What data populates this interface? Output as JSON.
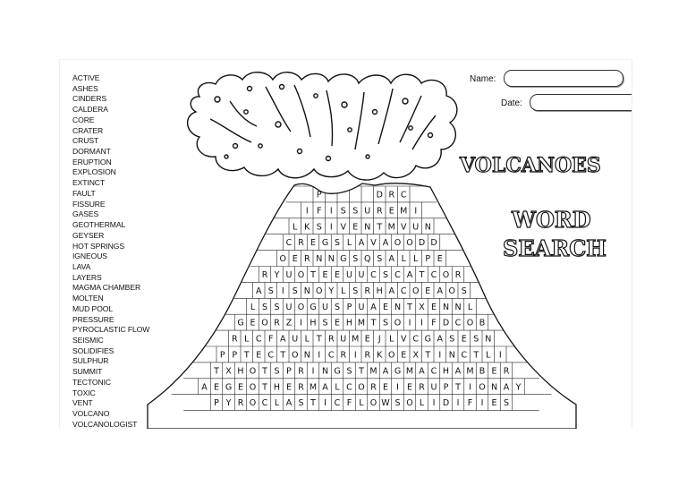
{
  "header": {
    "name_label": "Name:",
    "date_label": "Date:"
  },
  "title": {
    "line1": "VOLCANOES",
    "line2": "WORD",
    "line3": "SEARCH"
  },
  "word_list": [
    "ACTIVE",
    "ASHES",
    "CINDERS",
    "CALDERA",
    "CORE",
    "CRATER",
    "CRUST",
    "DORMANT",
    "ERUPTION",
    "EXPLOSION",
    "EXTINCT",
    "FAULT",
    "FISSURE",
    "GASES",
    "GEOTHERMAL",
    "GEYSER",
    "HOT SPRINGS",
    "IGNEOUS",
    "LAVA",
    "LAYERS",
    "MAGMA CHAMBER",
    "MOLTEN",
    "MUD POOL",
    "PRESSURE",
    "PYROCLASTIC FLOW",
    "SEISMIC",
    "SOLIDIFIES",
    "SULPHUR",
    "SUMMIT",
    "TECTONIC",
    "TOXIC",
    "VENT",
    "VOLCANO",
    "VOLCANOLOGIST"
  ],
  "grid_rows": [
    "P . . . . D R C",
    "I F I S S U R E M I",
    "L K S I V E N T M V U N",
    "C R E G S L A V A O O D D",
    "O E R N N G S Q S A L L P E",
    "R Y U O T E E U U C S C A T C O R",
    "A S I S N O Y L S R H A C O E A O S",
    "L S S U O G U S P U A E N T X E N N L",
    "G E O R Z I H S E H M T S O I I F D C O B",
    "R L C F A U L T R U M E J L V C G A S E S N",
    "P P T E C T O N I C R I R K O E X T I N C T L I",
    "T X H O T S P R I N G S T M A G M A C H A M B E R",
    "A E G E O T H E R M A L C O R E I E R U P T I O N A Y",
    "P Y R O C L A S T I C F L O W S O L I D I F I E S"
  ]
}
